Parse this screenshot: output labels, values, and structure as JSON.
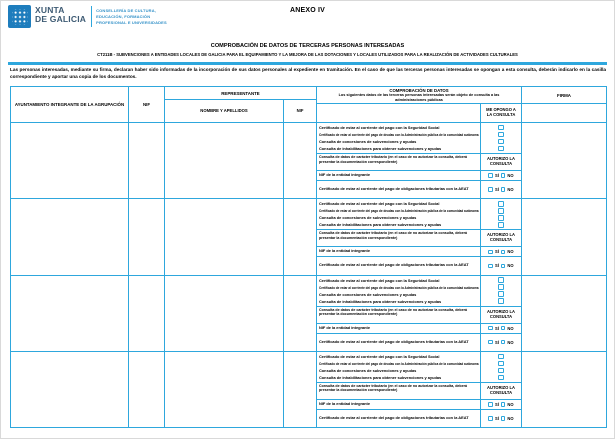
{
  "colors": {
    "accent": "#2ea7dd",
    "logo_blue": "#1e7dbd"
  },
  "header": {
    "anexo": "ANEXO IV",
    "logo": {
      "name_line1": "XUNTA",
      "name_line2": "DE GALICIA",
      "department_line1": "CONSELLERÍA DE CULTURA,",
      "department_line2": "EDUCACIÓN, FORMACIÓN",
      "department_line3": "PROFESIONAL E UNIVERSIDADES"
    }
  },
  "titles": {
    "main": "COMPROBACIÓN DE DATOS DE TERCERAS PERSONAS INTERESADAS",
    "procedure": "CT211B - SUBVENCIONES A ENTIDADES LOCALES DE GALICIA PARA EL EQUIPAMIENTO Y LA MEJORA DE LAS DOTACIONES Y LOCALES UTILIZADOS PARA LA REALIZACIÓN DE ACTIVIDADES CULTURALES"
  },
  "intro": {
    "text": "Las personas interesadas, mediante su firma, declaran haber sido informadas de la incorporación de sus datos personales al expediente en tramitación. En el caso de que las terceras personas interesadas se opongan a esta consulta, deberán indicarlo en la casilla correspondiente y aportar una copia de los documentos."
  },
  "table": {
    "group_count": 4,
    "headers": {
      "ayuntamiento": "AYUNTAMIENTO INTEGRANTE DE LA AGRUPACIÓN",
      "nif": "NIF",
      "representante": "REPRESENTANTE",
      "nombre_apellidos": "NOMBRE Y APELLIDOS",
      "nif_rep": "NIF",
      "comprobacion_title": "COMPROBACIÓN DE DATOS",
      "comprobacion_sub": "Los siguientes datos de las terceras personas interesadas serán objeto de consulta a las administraciones públicas",
      "me_opongo": "ME OPONGO A LA CONSULTA",
      "firma": "FIRMA"
    },
    "opongo_items": [
      "Certificado de estar al corriente del pago con la Seguridad Social",
      "Certificado de estar al corriente del pago de deudas con la Administración pública de la comunidad autónoma",
      "Consulta de concesiones de subvenciones y ayudas",
      "Consulta de inhabilitaciones para obtener subvenciones y ayudas"
    ],
    "tributario_note": "Consulta de datos de carácter tributario (en el caso de no autorizar la consulta, deberá presentar la documentación correspondiente)",
    "autorizo": "AUTORIZO LA CONSULTA",
    "autorizo_items": [
      "NIF de la entidad integrante",
      "Certificado de estar al corriente del pago de obligaciones tributarias con la AEAT"
    ],
    "yes_label": "SÍ",
    "no_label": "NO",
    "fields": {
      "ayuntamiento_value": "",
      "nif_value": "",
      "nombre_value": "",
      "nif_rep_value": ""
    }
  }
}
